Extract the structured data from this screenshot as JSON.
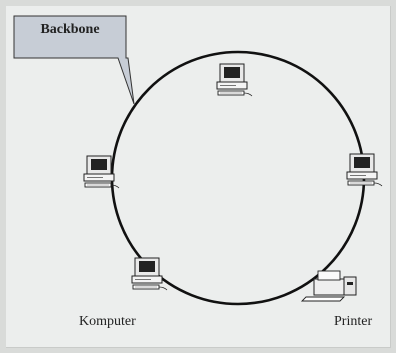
{
  "diagram": {
    "callout_label": "Backbone",
    "nodes": [
      {
        "type": "computer",
        "label": ""
      },
      {
        "type": "computer",
        "label": ""
      },
      {
        "type": "computer",
        "label": ""
      },
      {
        "type": "computer",
        "label": ""
      },
      {
        "type": "printer",
        "label": ""
      }
    ],
    "captions": {
      "computer": "Komputer",
      "printer": "Printer"
    },
    "colors": {
      "ring": "#111111",
      "callout_fill": "#c7cdd6",
      "screen": "#222222",
      "case": "#f2f2f2"
    }
  }
}
